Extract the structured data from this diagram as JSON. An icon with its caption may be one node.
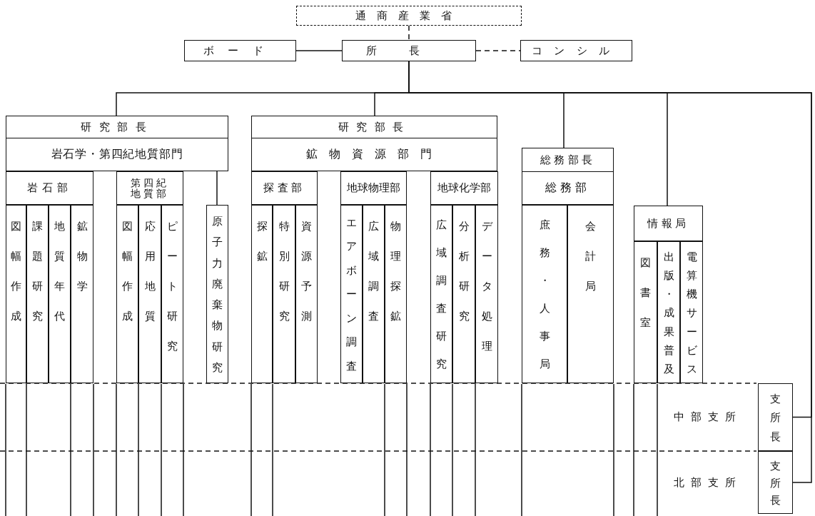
{
  "diagram": {
    "nodes": [
      {
        "text": [
          "通商産業省"
        ]
      },
      {
        "text": [
          "ボード"
        ]
      },
      {
        "text": [
          "所長"
        ]
      },
      {
        "text": [
          "コンシル"
        ]
      },
      {
        "text": [
          "研究部長",
          "岩石学・第四紀地質部門"
        ]
      },
      {
        "text": [
          "岩石部"
        ]
      },
      {
        "text": [
          "図幅作成"
        ]
      },
      {
        "text": [
          "課題研究"
        ]
      },
      {
        "text": [
          "地質年代"
        ]
      },
      {
        "text": [
          "鉱物学"
        ]
      },
      {
        "text": [
          "第四紀地質部"
        ]
      },
      {
        "text": [
          "図幅作成"
        ]
      },
      {
        "text": [
          "応用地質"
        ]
      },
      {
        "text": [
          "ピート研究"
        ]
      },
      {
        "text": [
          "原子力廃棄物研究"
        ]
      },
      {
        "text": [
          "研究部長",
          "鉱物資源部門"
        ]
      },
      {
        "text": [
          "探査部"
        ]
      },
      {
        "text": [
          "探鉱"
        ]
      },
      {
        "text": [
          "特別研究"
        ]
      },
      {
        "text": [
          "資源予測"
        ]
      },
      {
        "text": [
          "地球物理部"
        ]
      },
      {
        "text": [
          "エアボーン調査"
        ]
      },
      {
        "text": [
          "広域調査"
        ]
      },
      {
        "text": [
          "物理探鉱"
        ]
      },
      {
        "text": [
          "地球化学部"
        ]
      },
      {
        "text": [
          "広域調査研究"
        ]
      },
      {
        "text": [
          "分析研究"
        ]
      },
      {
        "text": [
          "データ処理"
        ]
      },
      {
        "text": [
          "総務部長",
          "総務部"
        ]
      },
      {
        "text": [
          "庶務・人事局"
        ]
      },
      {
        "text": [
          "会計局"
        ]
      },
      {
        "text": [
          "情報局"
        ]
      },
      {
        "text": [
          "図書室"
        ]
      },
      {
        "text": [
          "出版・成果普及"
        ]
      },
      {
        "text": [
          "電算機サービス"
        ]
      },
      {
        "text": [
          "中部支所"
        ]
      },
      {
        "text": [
          "支所長"
        ]
      },
      {
        "text": [
          "北部支所"
        ]
      },
      {
        "text": [
          "支所長"
        ]
      }
    ],
    "edges": [
      {
        "from": 0,
        "to": 2,
        "arrow": "none",
        "style": "dashed"
      },
      {
        "from": 1,
        "to": 2,
        "arrow": "none"
      },
      {
        "from": 2,
        "to": 3,
        "arrow": "none",
        "style": "dashed"
      },
      {
        "from": 2,
        "to": 4,
        "arrow": "none"
      },
      {
        "from": 2,
        "to": 15,
        "arrow": "none"
      },
      {
        "from": 2,
        "to": 28,
        "arrow": "none"
      },
      {
        "from": 2,
        "to": 31,
        "arrow": "none"
      },
      {
        "from": 2,
        "to": 36,
        "arrow": "none"
      },
      {
        "from": 2,
        "to": 38,
        "arrow": "none"
      },
      {
        "from": 4,
        "to": 14,
        "arrow": "none"
      }
    ]
  }
}
